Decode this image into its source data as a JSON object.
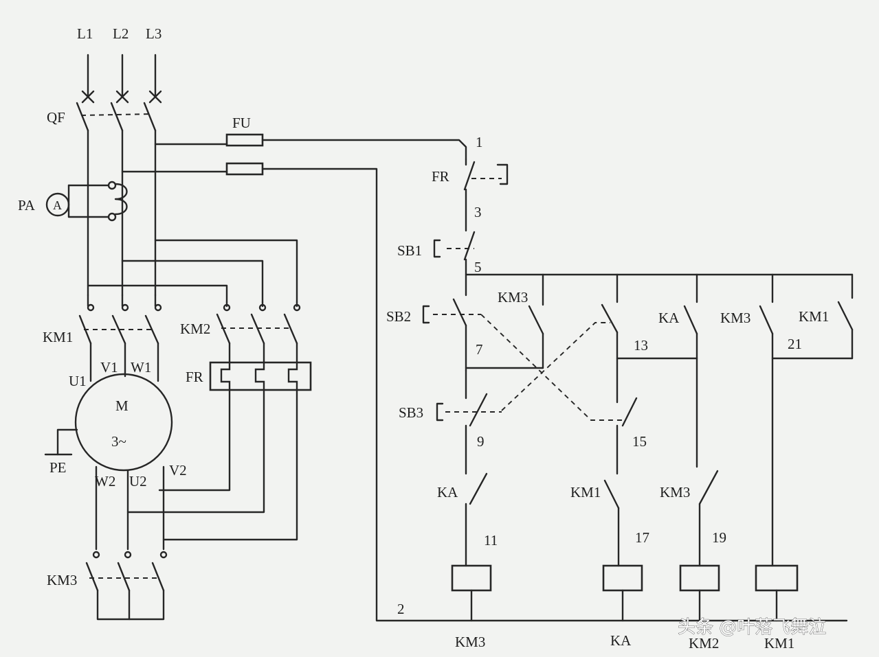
{
  "labels": {
    "L1": "L1",
    "L2": "L2",
    "L3": "L3",
    "QF": "QF",
    "FU": "FU",
    "PA": "PA",
    "A": "A",
    "KM1_main": "KM1",
    "KM2_main": "KM2",
    "FR_main": "FR",
    "KM3_main": "KM3",
    "U1": "U1",
    "V1": "V1",
    "W1": "W1",
    "M": "M",
    "phase": "3~",
    "PE": "PE",
    "W2": "W2",
    "U2": "U2",
    "V2": "V2",
    "n1": "1",
    "FR_ctrl": "FR",
    "n3": "3",
    "SB1": "SB1",
    "n5": "5",
    "SB2": "SB2",
    "KM3_c": "KM3",
    "n7": "7",
    "n13": "13",
    "KA_c": "KA",
    "KM3_c2": "KM3",
    "KM1_c": "KM1",
    "n21": "21",
    "SB3": "SB3",
    "n9": "9",
    "n15": "15",
    "KA_c2": "KA",
    "KM1_c2": "KM1",
    "KM3_c3": "KM3",
    "n11": "11",
    "n17": "17",
    "n19": "19",
    "n2": "2",
    "coil_KM3": "KM3",
    "coil_KA": "KA",
    "coil_KM2": "KM2",
    "coil_KM1": "KM1"
  },
  "watermark": "头条 @叶落飞舞泣"
}
